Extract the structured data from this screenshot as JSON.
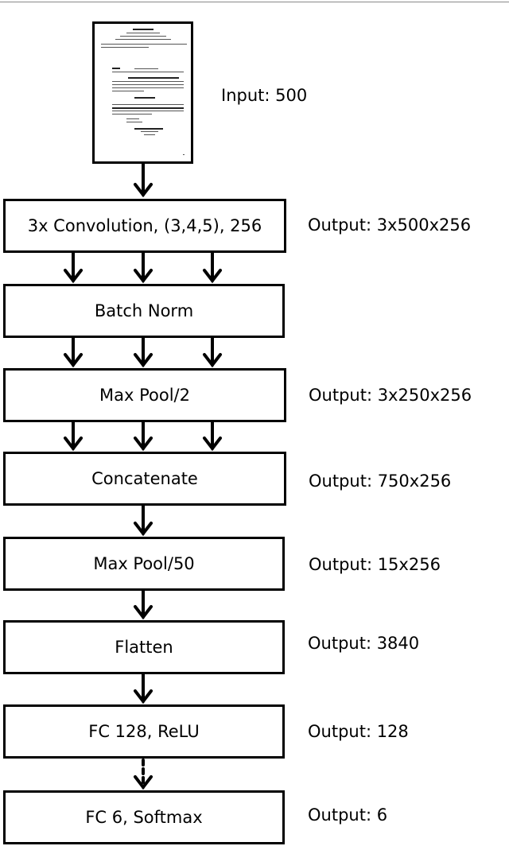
{
  "input": {
    "label": "Input: 500"
  },
  "layers": [
    {
      "name": "3x Convolution, (3,4,5), 256",
      "output": "Output: 3x500x256"
    },
    {
      "name": "Batch Norm",
      "output": ""
    },
    {
      "name": "Max Pool/2",
      "output": "Output: 3x250x256"
    },
    {
      "name": "Concatenate",
      "output": "Output: 750x256"
    },
    {
      "name": "Max Pool/50",
      "output": "Output: 15x256"
    },
    {
      "name": "Flatten",
      "output": "Output: 3840"
    },
    {
      "name": "FC 128, ReLU",
      "output": "Output: 128"
    },
    {
      "name": "FC 6, Softmax",
      "output": "Output: 6"
    }
  ]
}
